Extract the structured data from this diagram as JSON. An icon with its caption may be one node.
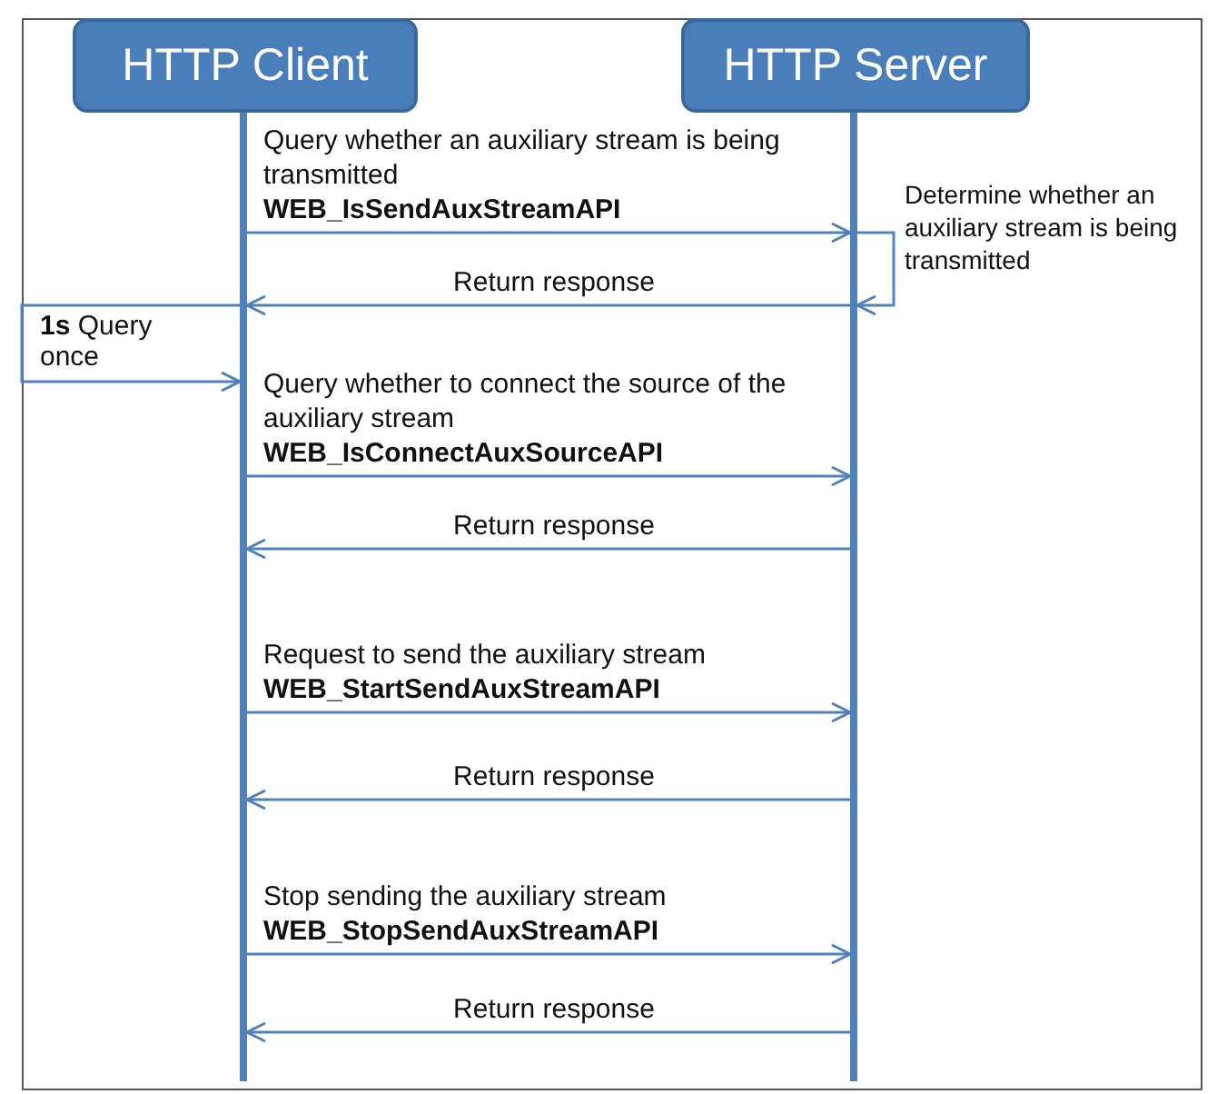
{
  "diagram": {
    "nodes": [
      {
        "text": [
          "HTTP Client"
        ]
      },
      {
        "text": [
          "HTTP Server"
        ]
      },
      {
        "text": [],
        "shape": "bar"
      },
      {
        "text": [],
        "shape": "bar"
      }
    ],
    "edges": [
      {
        "from": 2,
        "to": 3,
        "arrow": "to",
        "label": "Query whether an auxiliary stream is being transmitted **WEB_IsSendAuxStreamAPI**"
      },
      {
        "from": 3,
        "to": 3,
        "arrow": "to",
        "label": "Determine whether an auxiliary stream is being transmitted"
      },
      {
        "from": 3,
        "to": 2,
        "arrow": "to",
        "label": "Return response"
      },
      {
        "from": 2,
        "to": 2,
        "arrow": "to",
        "label": "**1s** Query once"
      },
      {
        "from": 2,
        "to": 3,
        "arrow": "to",
        "label": "Query whether to connect the source of the auxiliary stream **WEB_IsConnectAuxSourceAPI**"
      },
      {
        "from": 3,
        "to": 2,
        "arrow": "to",
        "label": "Return response"
      },
      {
        "from": 2,
        "to": 3,
        "arrow": "to",
        "label": "Request to send the auxiliary stream **WEB_StartSendAuxStreamAPI**"
      },
      {
        "from": 3,
        "to": 2,
        "arrow": "to",
        "label": "Return response"
      },
      {
        "from": 2,
        "to": 3,
        "arrow": "to",
        "label": "Stop sending the auxiliary stream **WEB_StopSendAuxStreamAPI**"
      },
      {
        "from": 3,
        "to": 2,
        "arrow": "to",
        "label": "Return response"
      }
    ]
  }
}
